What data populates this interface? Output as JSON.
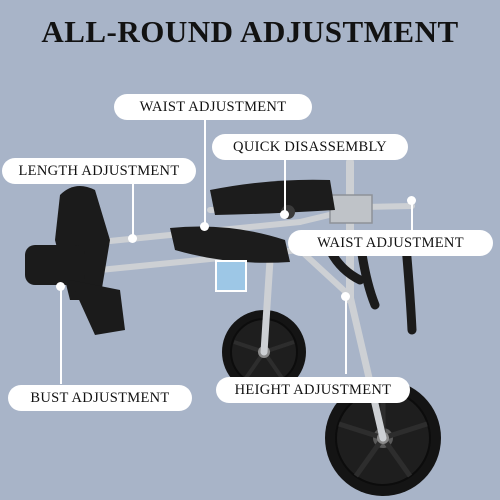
{
  "headline": "ALL-ROUND ADJUSTMENT",
  "callouts": {
    "waist_top": "WAIST ADJUSTMENT",
    "quick_disassembly": "QUICK DISASSEMBLY",
    "length": "LENGTH ADJUSTMENT",
    "waist_right": "WAIST ADJUSTMENT",
    "bust": "BUST ADJUSTMENT",
    "height": "HEIGHT ADJUSTMENT"
  },
  "colors": {
    "background": "#a8b4c8",
    "callout_fill": "#ffffff",
    "frame": "#c9ccd0",
    "harness": "#1b1b1b"
  }
}
